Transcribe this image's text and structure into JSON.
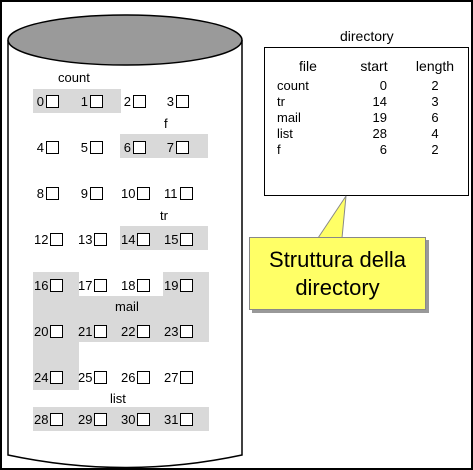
{
  "directory": {
    "title": "directory",
    "headers": [
      "file",
      "start",
      "length"
    ],
    "rows": [
      {
        "file": "count",
        "start": "0",
        "length": "2"
      },
      {
        "file": "tr",
        "start": "14",
        "length": "3"
      },
      {
        "file": "mail",
        "start": "19",
        "length": "6"
      },
      {
        "file": "list",
        "start": "28",
        "length": "4"
      },
      {
        "file": "f",
        "start": "6",
        "length": "2"
      }
    ]
  },
  "labels": {
    "count": "count",
    "f": "f",
    "tr": "tr",
    "mail": "mail",
    "list": "list"
  },
  "blocks": [
    "0",
    "1",
    "2",
    "3",
    "4",
    "5",
    "6",
    "7",
    "8",
    "9",
    "10",
    "11",
    "12",
    "13",
    "14",
    "15",
    "16",
    "17",
    "18",
    "19",
    "20",
    "21",
    "22",
    "23",
    "24",
    "25",
    "26",
    "27",
    "28",
    "29",
    "30",
    "31"
  ],
  "callout": {
    "line1": "Struttura della",
    "line2": "directory"
  },
  "colors": {
    "shade": "#d9d9d9",
    "callout_fill": "#ffff66",
    "disk_top": "#9a9a9a"
  }
}
